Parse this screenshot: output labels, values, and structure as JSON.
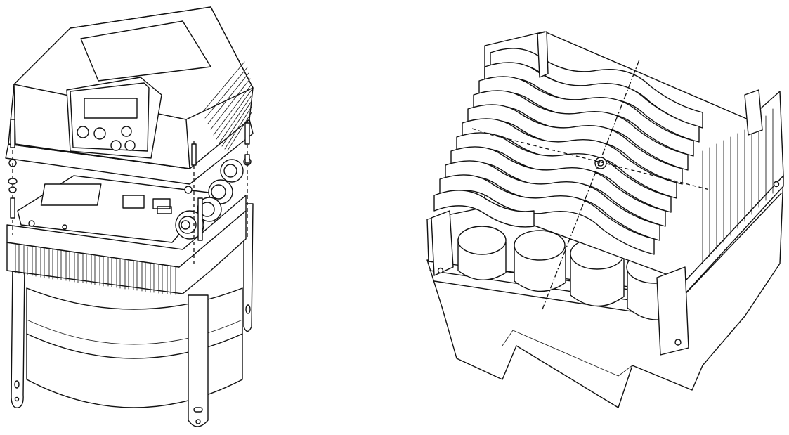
{
  "figure": {
    "panels": [
      {
        "id": "left",
        "subject": "inverter-unit-exploded-assembly"
      },
      {
        "id": "right",
        "subject": "heatsink-enclosure-base"
      }
    ],
    "display": {
      "buttons": 5,
      "screen_text": ""
    },
    "colors": {
      "background": "#ffffff",
      "line": "#111111"
    }
  }
}
